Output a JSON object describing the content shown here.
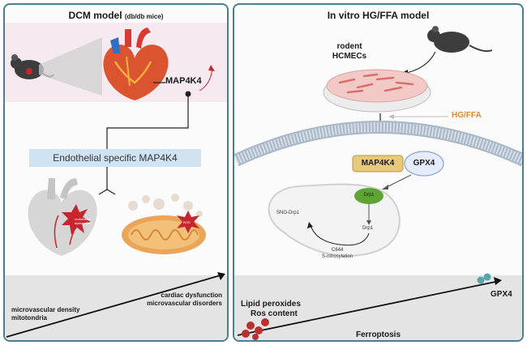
{
  "left": {
    "title": "DCM model",
    "title_sub": "(db/db mice)",
    "map4k4": "MAP4K4",
    "endothelial_label": "Endothelial specific MAP4K4",
    "endothelial_dysfunction": "endothelial dysfunction",
    "ros": "ROS",
    "outcome_left_1": "microvascular density",
    "outcome_left_2": "mitotondria",
    "outcome_right_1": "cardiac dysfunction",
    "outcome_right_2": "microvascular disorders"
  },
  "right": {
    "title": "In vitro HG/FFA model",
    "cells_1": "rodent",
    "cells_2": "HCMECs",
    "treatment": "HG/FFA",
    "map4k4": "MAP4K4",
    "gpx4": "GPX4",
    "drp1_green": "Drp1",
    "sno_drp1": "SNO-Drp1",
    "drp1_small": "Drp1",
    "c644": "C644",
    "s_nitrosylation": "S-nitrosylation",
    "lipid": "Lipid peroxides",
    "ros_content": "Ros content",
    "gpx4_bottom": "GPX4",
    "ferroptosis": "Ferroptosis"
  },
  "colors": {
    "panel_border": "#4a7f8f",
    "highlight_pink": "#f6e9f0",
    "endothelial_box": "#cfe3f3",
    "red_star": "#c8262e",
    "orange_text": "#e08a2c",
    "gpx4_fill": "#e5ecfb",
    "map4k4_fill": "#e8c87a",
    "drp1_fill": "#5ea434",
    "ros_dots": "#b8312f",
    "gpx4_dots": "#5aa3a8",
    "bottom_band": "#e4e4e4"
  },
  "icons": [
    "mouse-icon",
    "heart-icon",
    "arrow-up-icon",
    "heart-gray-icon",
    "mitochondria-icon",
    "petri-dish-icon",
    "mitochondrion-outline-icon"
  ]
}
